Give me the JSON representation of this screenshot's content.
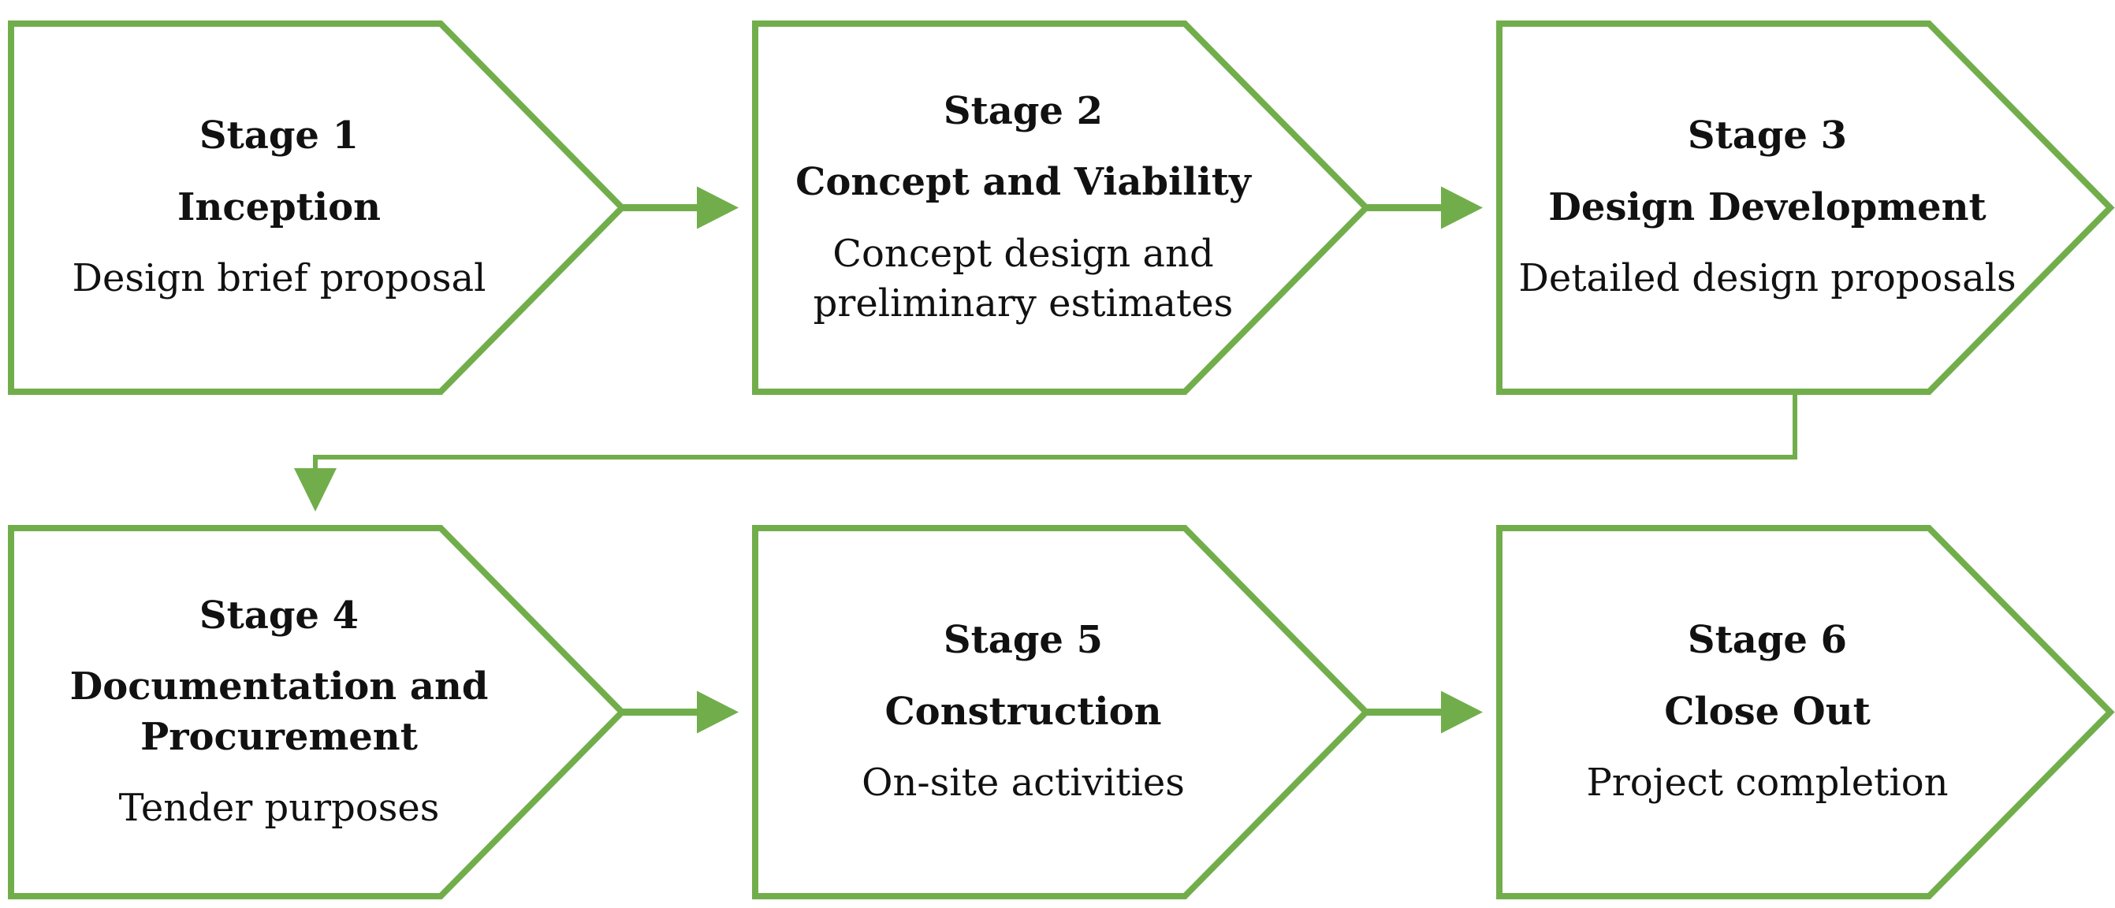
{
  "figure": {
    "colors": {
      "background": "#ffffff",
      "accent_green": "#71AE4B",
      "text": "#111111"
    },
    "stages": [
      {
        "label": "Stage 1",
        "title_lines": [
          "Inception"
        ],
        "desc_lines": [
          "Design brief proposal"
        ]
      },
      {
        "label": "Stage 2",
        "title_lines": [
          "Concept and Viability"
        ],
        "desc_lines": [
          "Concept design and",
          "preliminary estimates"
        ]
      },
      {
        "label": "Stage 3",
        "title_lines": [
          "Design Development"
        ],
        "desc_lines": [
          "Detailed design proposals"
        ]
      },
      {
        "label": "Stage 4",
        "title_lines": [
          "Documentation and",
          "Procurement"
        ],
        "desc_lines": [
          "Tender purposes"
        ]
      },
      {
        "label": "Stage 5",
        "title_lines": [
          "Construction"
        ],
        "desc_lines": [
          "On-site activities"
        ]
      },
      {
        "label": "Stage 6",
        "title_lines": [
          "Close Out"
        ],
        "desc_lines": [
          "Project completion"
        ]
      }
    ]
  }
}
